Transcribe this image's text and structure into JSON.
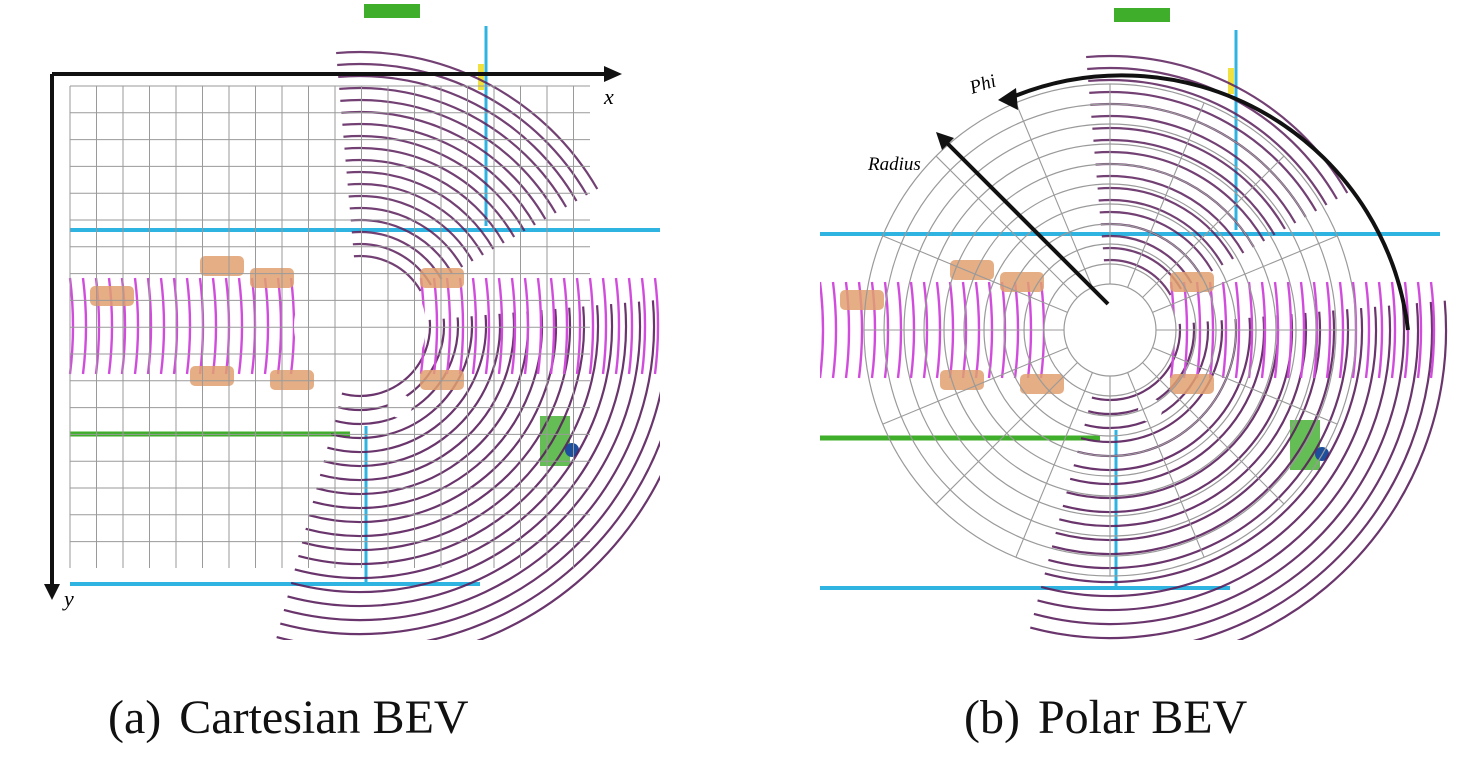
{
  "panels": [
    {
      "id": "a",
      "caption_number": "(a)",
      "caption_text": "Cartesian BEV",
      "axis_x_label": "x",
      "axis_y_label": "y"
    },
    {
      "id": "b",
      "caption_number": "(b)",
      "caption_text": "Polar BEV",
      "axis_phi_label": "Phi",
      "axis_radius_label": "Radius"
    }
  ],
  "colors": {
    "road_edge": "#2fb3e0",
    "vegetation": "#3fae2a",
    "ground_near": "#5a1f5c",
    "road": "#d14cdc",
    "car": "#e0a070",
    "pole": "#f0e040",
    "grid": "#9a9a9a",
    "axis": "#111111"
  }
}
